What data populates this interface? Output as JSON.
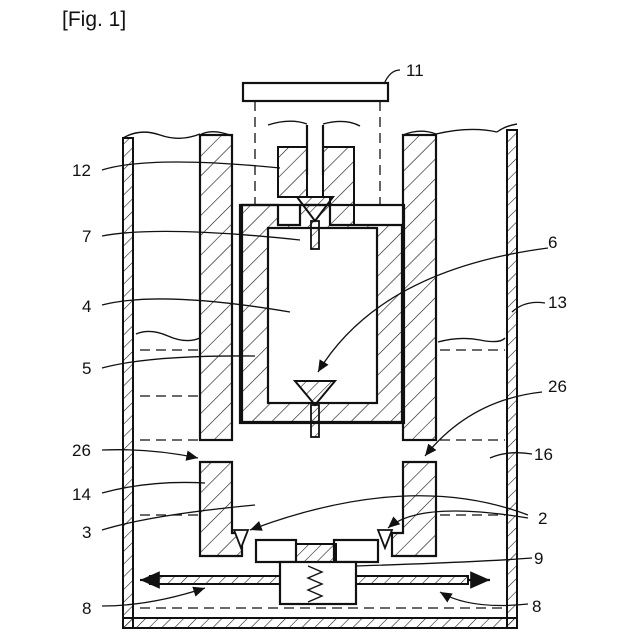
{
  "figure": {
    "caption": "[Fig. 1]"
  },
  "labels": {
    "l2": "2",
    "l3": "3",
    "l4": "4",
    "l5": "5",
    "l6": "6",
    "l7": "7",
    "l8a": "8",
    "l8b": "8",
    "l9": "9",
    "l11": "11",
    "l12": "12",
    "l13": "13",
    "l14": "14",
    "l16": "16",
    "l26a": "26",
    "l26b": "26"
  }
}
